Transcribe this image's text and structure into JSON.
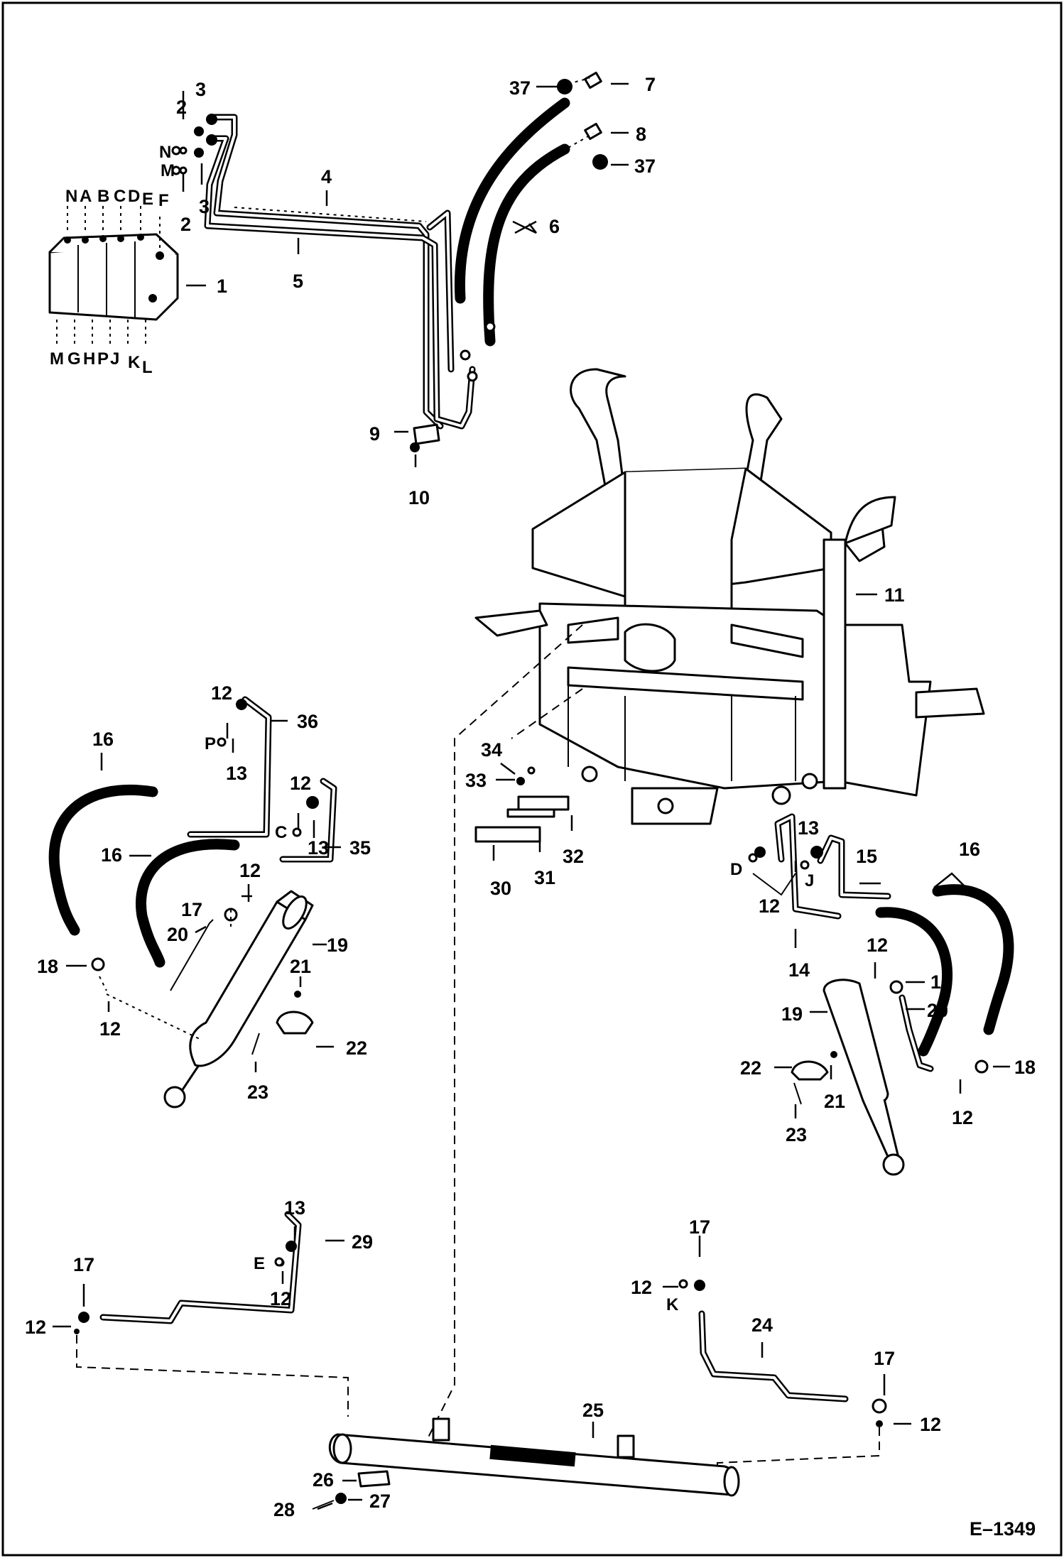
{
  "figure_id": "E–1349",
  "labels": {
    "l1": "1",
    "l2a": "2",
    "l2b": "2",
    "l3a": "3",
    "l3b": "3",
    "l4": "4",
    "l5": "5",
    "l6": "6",
    "l7": "7",
    "l8": "8",
    "l9": "9",
    "l10": "10",
    "l11": "11",
    "l12_p": "12",
    "l12_c": "12",
    "l12_cyl": "12",
    "l12_18L": "12",
    "l12_D": "12",
    "l12_R17": "12",
    "l12_R18": "12",
    "l12_E": "12",
    "l12_L17": "12",
    "l12_K": "12",
    "l12_R": "12",
    "l13_p": "13",
    "l13_c": "13",
    "l13_J": "13",
    "l13_E": "13",
    "l14": "14",
    "l15": "15",
    "l16_L1": "16",
    "l16_L2": "16",
    "l16_R": "16",
    "l17_L": "17",
    "l17_R": "17",
    "l17_BL": "17",
    "l17_BR1": "17",
    "l17_BR2": "17",
    "l18_L": "18",
    "l18_R": "18",
    "l19_L": "19",
    "l19_R": "19",
    "l20_L": "20",
    "l20_R": "20",
    "l21_L": "21",
    "l21_R": "21",
    "l22_L": "22",
    "l22_R": "22",
    "l23_L": "23",
    "l23_R": "23",
    "l24": "24",
    "l25": "25",
    "l26": "26",
    "l27": "27",
    "l28": "28",
    "l29": "29",
    "l30": "30",
    "l31": "31",
    "l32": "32",
    "l33": "33",
    "l34": "34",
    "l35": "35",
    "l36": "36",
    "l37a": "37",
    "l37b": "37"
  },
  "port_letters": {
    "top_row": [
      "N",
      "A",
      "B",
      "C",
      "D",
      "E",
      "F"
    ],
    "bottom_row": [
      "M",
      "G",
      "H",
      "P",
      "J",
      "K",
      "L"
    ],
    "N": "N",
    "M": "M",
    "P": "P",
    "C": "C",
    "D": "D",
    "J": "J",
    "E": "E",
    "K": "K"
  }
}
